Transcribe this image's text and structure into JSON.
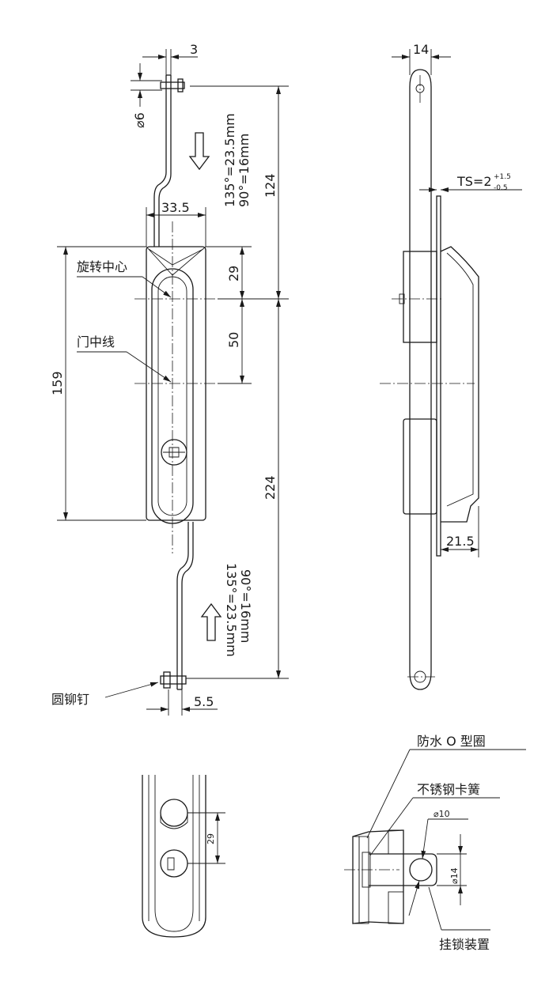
{
  "front_view": {
    "dim_rod_thickness": "3",
    "dim_rivet_dia": "⌀6",
    "travel_top_135": "135°=23.5mm",
    "travel_top_90": "90°=16mm",
    "dim_124": "124",
    "dim_width": "33.5",
    "dim_29": "29",
    "dim_50": "50",
    "dim_159": "159",
    "label_rotation_center": "旋转中心",
    "label_door_centerline": "门中线",
    "dim_224": "224",
    "travel_bottom_90": "90°=16mm",
    "travel_bottom_135": "135°=23.5mm",
    "label_rivet": "圆铆钉",
    "dim_5_5": "5.5"
  },
  "side_view": {
    "dim_14": "14",
    "ts_label": "TS=2",
    "ts_tol_upper": "+1.5",
    "ts_tol_lower": "-0.5",
    "dim_21_5": "21.5"
  },
  "detail_bottom_left": {
    "dim_29": "29"
  },
  "detail_bottom_right": {
    "label_oring": "防水 O 型圈",
    "label_circlip": "不锈钢卡簧",
    "dim_dia10": "⌀10",
    "dim_dia14": "⌀14",
    "label_padlock": "挂锁装置"
  }
}
